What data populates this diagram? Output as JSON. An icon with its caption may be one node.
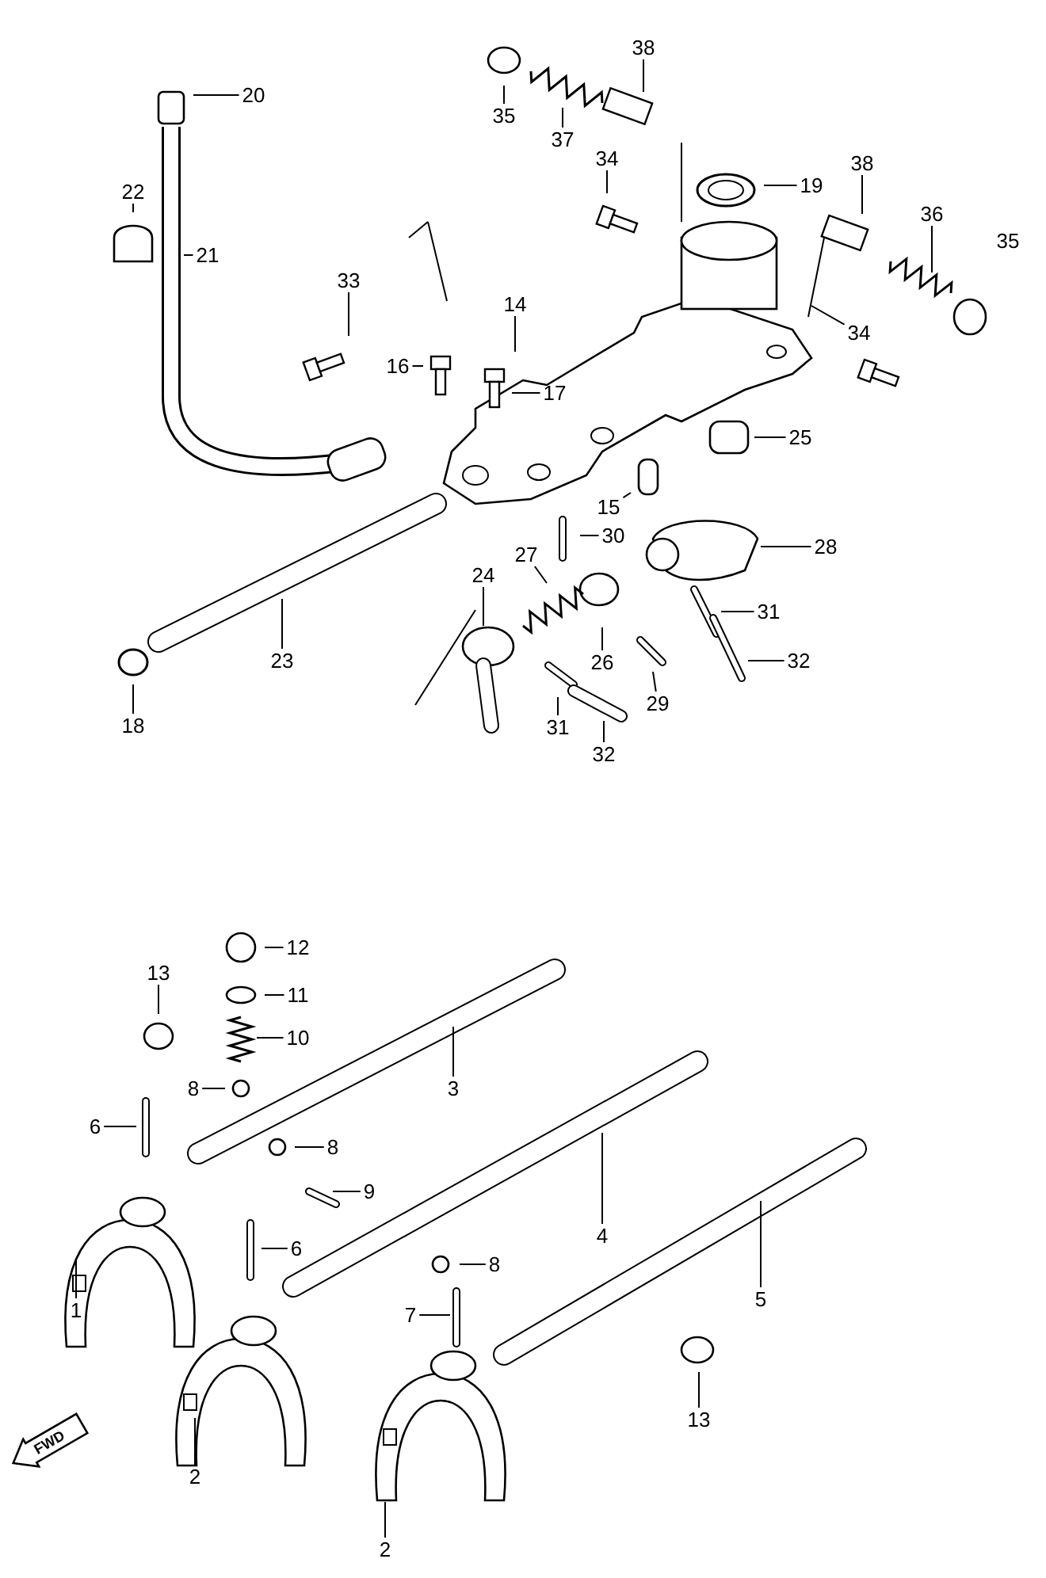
{
  "diagram": {
    "nodes": [
      {
        "text": [
          "38"
        ]
      },
      {
        "text": [
          "20"
        ]
      },
      {
        "text": [
          "35"
        ]
      },
      {
        "text": [
          "37"
        ]
      },
      {
        "text": [
          "34"
        ]
      },
      {
        "text": [
          "38"
        ]
      },
      {
        "text": [
          "19"
        ]
      },
      {
        "text": [
          "22"
        ]
      },
      {
        "text": [
          "36"
        ]
      },
      {
        "text": [
          "35"
        ]
      },
      {
        "text": [
          "21"
        ]
      },
      {
        "text": [
          "33"
        ]
      },
      {
        "text": [
          "14"
        ]
      },
      {
        "text": [
          "34"
        ]
      },
      {
        "text": [
          "16"
        ]
      },
      {
        "text": [
          "17"
        ]
      },
      {
        "text": [
          "25"
        ]
      },
      {
        "text": [
          "15"
        ]
      },
      {
        "text": [
          "30"
        ]
      },
      {
        "text": [
          "28"
        ]
      },
      {
        "text": [
          "27"
        ]
      },
      {
        "text": [
          "24"
        ]
      },
      {
        "text": [
          "31"
        ]
      },
      {
        "text": [
          "23"
        ]
      },
      {
        "text": [
          "26"
        ]
      },
      {
        "text": [
          "32"
        ]
      },
      {
        "text": [
          "29"
        ]
      },
      {
        "text": [
          "18"
        ]
      },
      {
        "text": [
          "31"
        ]
      },
      {
        "text": [
          "32"
        ]
      },
      {
        "text": [
          "12"
        ]
      },
      {
        "text": [
          "13"
        ]
      },
      {
        "text": [
          "11"
        ]
      },
      {
        "text": [
          "10"
        ]
      },
      {
        "text": [
          "3"
        ]
      },
      {
        "text": [
          "8"
        ]
      },
      {
        "text": [
          "6"
        ]
      },
      {
        "text": [
          "8"
        ]
      },
      {
        "text": [
          "9"
        ]
      },
      {
        "text": [
          "4"
        ]
      },
      {
        "text": [
          "6"
        ]
      },
      {
        "text": [
          "8"
        ]
      },
      {
        "text": [
          "1"
        ]
      },
      {
        "text": [
          "5"
        ]
      },
      {
        "text": [
          "7"
        ]
      },
      {
        "text": [
          "13"
        ]
      },
      {
        "text": [
          "2"
        ]
      },
      {
        "text": [
          "2"
        ]
      }
    ],
    "edges": [
      {
        "from": 0,
        "to": null,
        "arrow": "none"
      },
      {
        "from": 1,
        "to": null,
        "arrow": "none"
      },
      {
        "from": 2,
        "to": null,
        "arrow": "none"
      },
      {
        "from": 3,
        "to": null,
        "arrow": "none"
      },
      {
        "from": 4,
        "to": null,
        "arrow": "none"
      },
      {
        "from": 5,
        "to": null,
        "arrow": "none"
      },
      {
        "from": 6,
        "to": null,
        "arrow": "none"
      },
      {
        "from": 7,
        "to": null,
        "arrow": "none"
      },
      {
        "from": 8,
        "to": null,
        "arrow": "none"
      },
      {
        "from": 10,
        "to": null,
        "arrow": "none"
      },
      {
        "from": 11,
        "to": null,
        "arrow": "none"
      },
      {
        "from": 12,
        "to": null,
        "arrow": "none"
      },
      {
        "from": 13,
        "to": null,
        "arrow": "none"
      },
      {
        "from": 14,
        "to": null,
        "arrow": "none"
      },
      {
        "from": 15,
        "to": null,
        "arrow": "none"
      },
      {
        "from": 16,
        "to": null,
        "arrow": "none"
      },
      {
        "from": 17,
        "to": null,
        "arrow": "none"
      },
      {
        "from": 18,
        "to": null,
        "arrow": "none"
      },
      {
        "from": 19,
        "to": null,
        "arrow": "none"
      },
      {
        "from": 20,
        "to": null,
        "arrow": "none"
      },
      {
        "from": 21,
        "to": null,
        "arrow": "none"
      },
      {
        "from": 22,
        "to": null,
        "arrow": "none"
      },
      {
        "from": 23,
        "to": null,
        "arrow": "none"
      },
      {
        "from": 24,
        "to": null,
        "arrow": "none"
      },
      {
        "from": 25,
        "to": null,
        "arrow": "none"
      },
      {
        "from": 26,
        "to": null,
        "arrow": "none"
      },
      {
        "from": 27,
        "to": null,
        "arrow": "none"
      },
      {
        "from": 28,
        "to": null,
        "arrow": "none"
      },
      {
        "from": 29,
        "to": null,
        "arrow": "none"
      },
      {
        "from": 30,
        "to": null,
        "arrow": "none"
      },
      {
        "from": 31,
        "to": null,
        "arrow": "none"
      },
      {
        "from": 32,
        "to": null,
        "arrow": "none"
      },
      {
        "from": 33,
        "to": null,
        "arrow": "none"
      },
      {
        "from": 34,
        "to": null,
        "arrow": "none"
      },
      {
        "from": 35,
        "to": null,
        "arrow": "none"
      },
      {
        "from": 36,
        "to": null,
        "arrow": "none"
      },
      {
        "from": 37,
        "to": null,
        "arrow": "none"
      },
      {
        "from": 38,
        "to": null,
        "arrow": "none"
      },
      {
        "from": 39,
        "to": null,
        "arrow": "none"
      },
      {
        "from": 40,
        "to": null,
        "arrow": "none"
      },
      {
        "from": 41,
        "to": null,
        "arrow": "none"
      },
      {
        "from": 42,
        "to": null,
        "arrow": "none"
      },
      {
        "from": 43,
        "to": null,
        "arrow": "none"
      },
      {
        "from": 44,
        "to": null,
        "arrow": "none"
      },
      {
        "from": 45,
        "to": null,
        "arrow": "none"
      },
      {
        "from": 46,
        "to": null,
        "arrow": "none"
      },
      {
        "from": 47,
        "to": null,
        "arrow": "none"
      }
    ],
    "labels": [
      "FWD"
    ]
  }
}
